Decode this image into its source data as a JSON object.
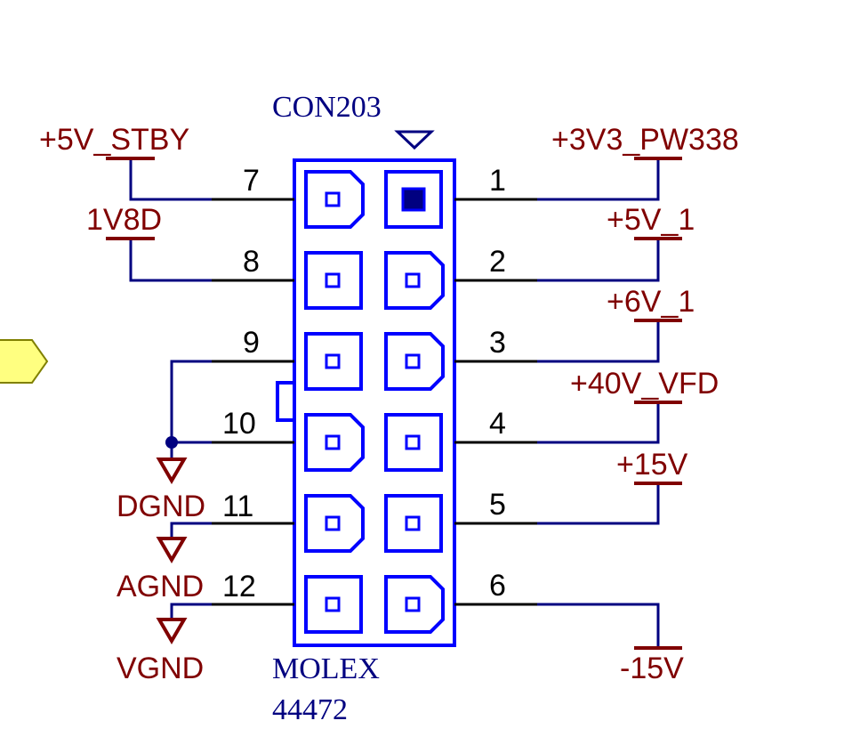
{
  "component": {
    "designator": "CON203",
    "manufacturer": "MOLEX",
    "part_number": "44472"
  },
  "pins": {
    "p1": "1",
    "p2": "2",
    "p3": "3",
    "p4": "4",
    "p5": "5",
    "p6": "6",
    "p7": "7",
    "p8": "8",
    "p9": "9",
    "p10": "10",
    "p11": "11",
    "p12": "12"
  },
  "nets": {
    "n_5v_stby": "+5V_STBY",
    "n_1v8d": "1V8D",
    "n_dgnd": "DGND",
    "n_agnd": "AGND",
    "n_vgnd": "VGND",
    "n_3v3_pw338": "+3V3_PW338",
    "n_5v_1": "+5V_1",
    "n_6v_1": "+6V_1",
    "n_40v_vfd": "+40V_VFD",
    "n_15v": "+15V",
    "n_neg15v": "-15V"
  },
  "colors": {
    "wire": "#000080",
    "pin_lead": "#000000",
    "net_label": "#800000",
    "body_outline": "#0000FF",
    "port_fill": "#FFFF80",
    "port_stroke": "#808000"
  }
}
